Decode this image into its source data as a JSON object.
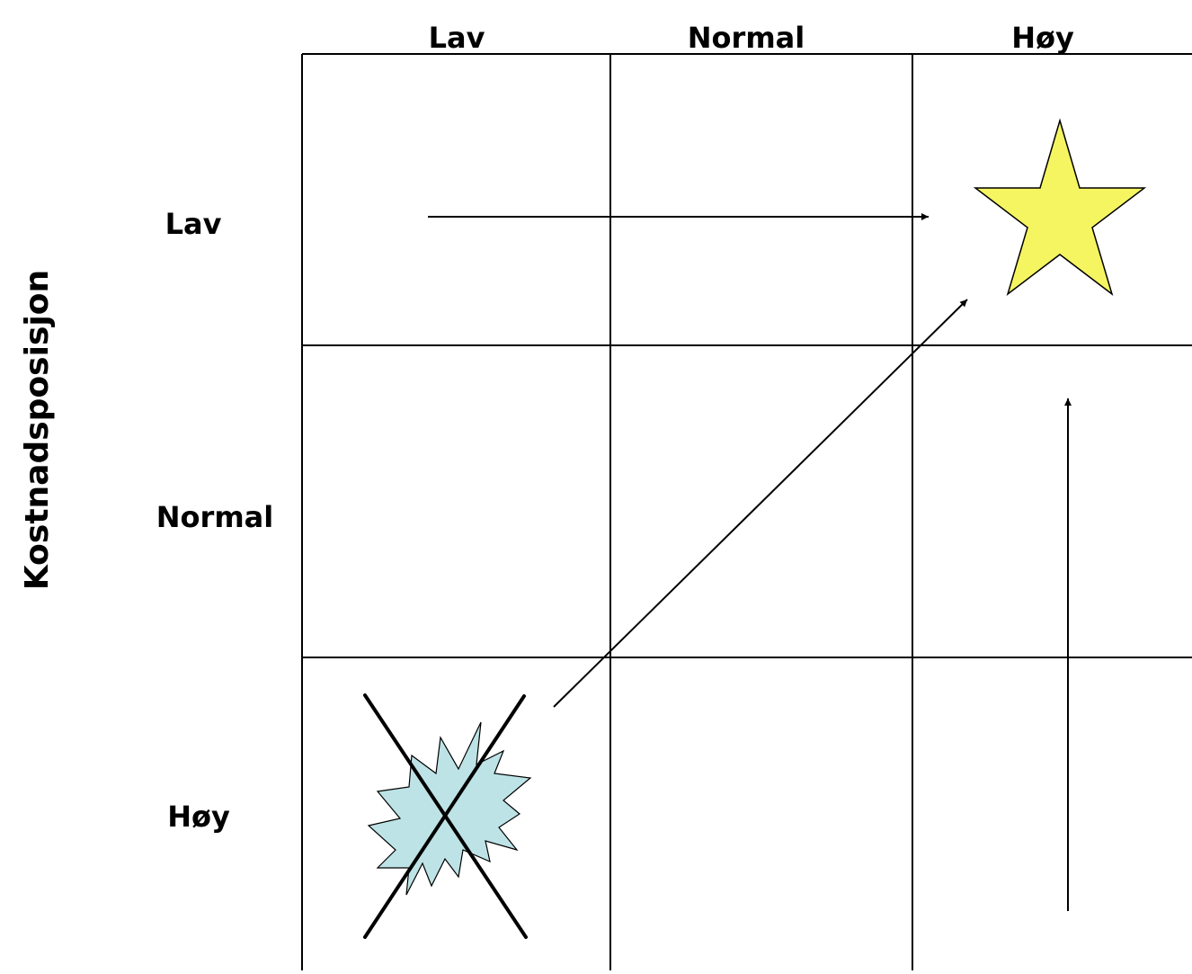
{
  "columns": [
    "Lav",
    "Normal",
    "Høy"
  ],
  "rows": [
    "Lav",
    "Normal",
    "Høy"
  ],
  "y_axis_label": "Kostnadsposisjon",
  "markers": {
    "target": {
      "shape": "star-icon",
      "cell": "row Lav / col Høy",
      "color": "#f5f562"
    },
    "rejected": {
      "shape": "burst-icon",
      "cell": "row Høy / col Lav",
      "color": "#bde3e6",
      "crossed_out": true
    }
  },
  "colors": {
    "grid": "#000000",
    "star_fill": "#f5f562",
    "burst_fill": "#bde3e6"
  }
}
